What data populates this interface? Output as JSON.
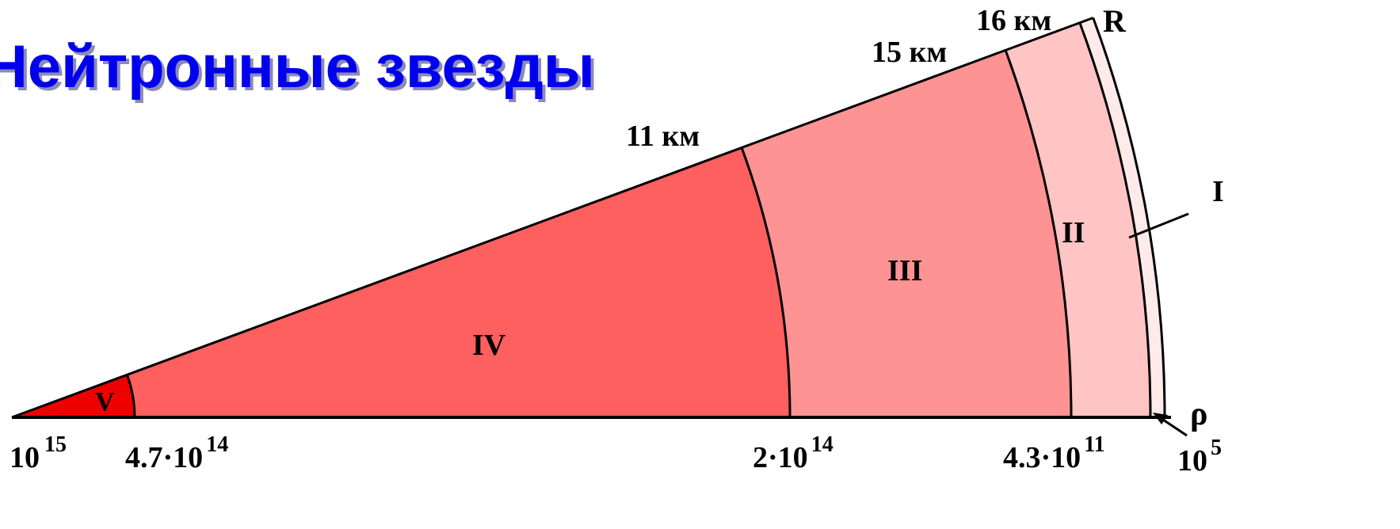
{
  "title": "Нейтронные звезды",
  "colors": {
    "title": "#0000ee",
    "title_shadow": "#8a8ab8",
    "layer_V": "#ee0000",
    "layer_IV": "#fe5f5f",
    "layer_III": "#fe9393",
    "layer_II": "#ffc4c4",
    "layer_I": "#ffeaea",
    "outline": "#000000"
  },
  "radius_labels": [
    {
      "text": "11 км",
      "km": 11
    },
    {
      "text": "15 км",
      "km": 15
    },
    {
      "text": "16 км",
      "km": 16
    }
  ],
  "radius_axis_label": "R",
  "density_axis_label": "ρ",
  "layers": [
    {
      "id": "V",
      "label": "V"
    },
    {
      "id": "IV",
      "label": "IV"
    },
    {
      "id": "III",
      "label": "III"
    },
    {
      "id": "II",
      "label": "II"
    },
    {
      "id": "I",
      "label": "I"
    }
  ],
  "density_labels": [
    {
      "base": "10",
      "exp": "15"
    },
    {
      "base": "4.7·10",
      "exp": "14"
    },
    {
      "base": "2·10",
      "exp": "14"
    },
    {
      "base": "4.3·10",
      "exp": "11"
    },
    {
      "base": "10",
      "exp": "5"
    }
  ]
}
